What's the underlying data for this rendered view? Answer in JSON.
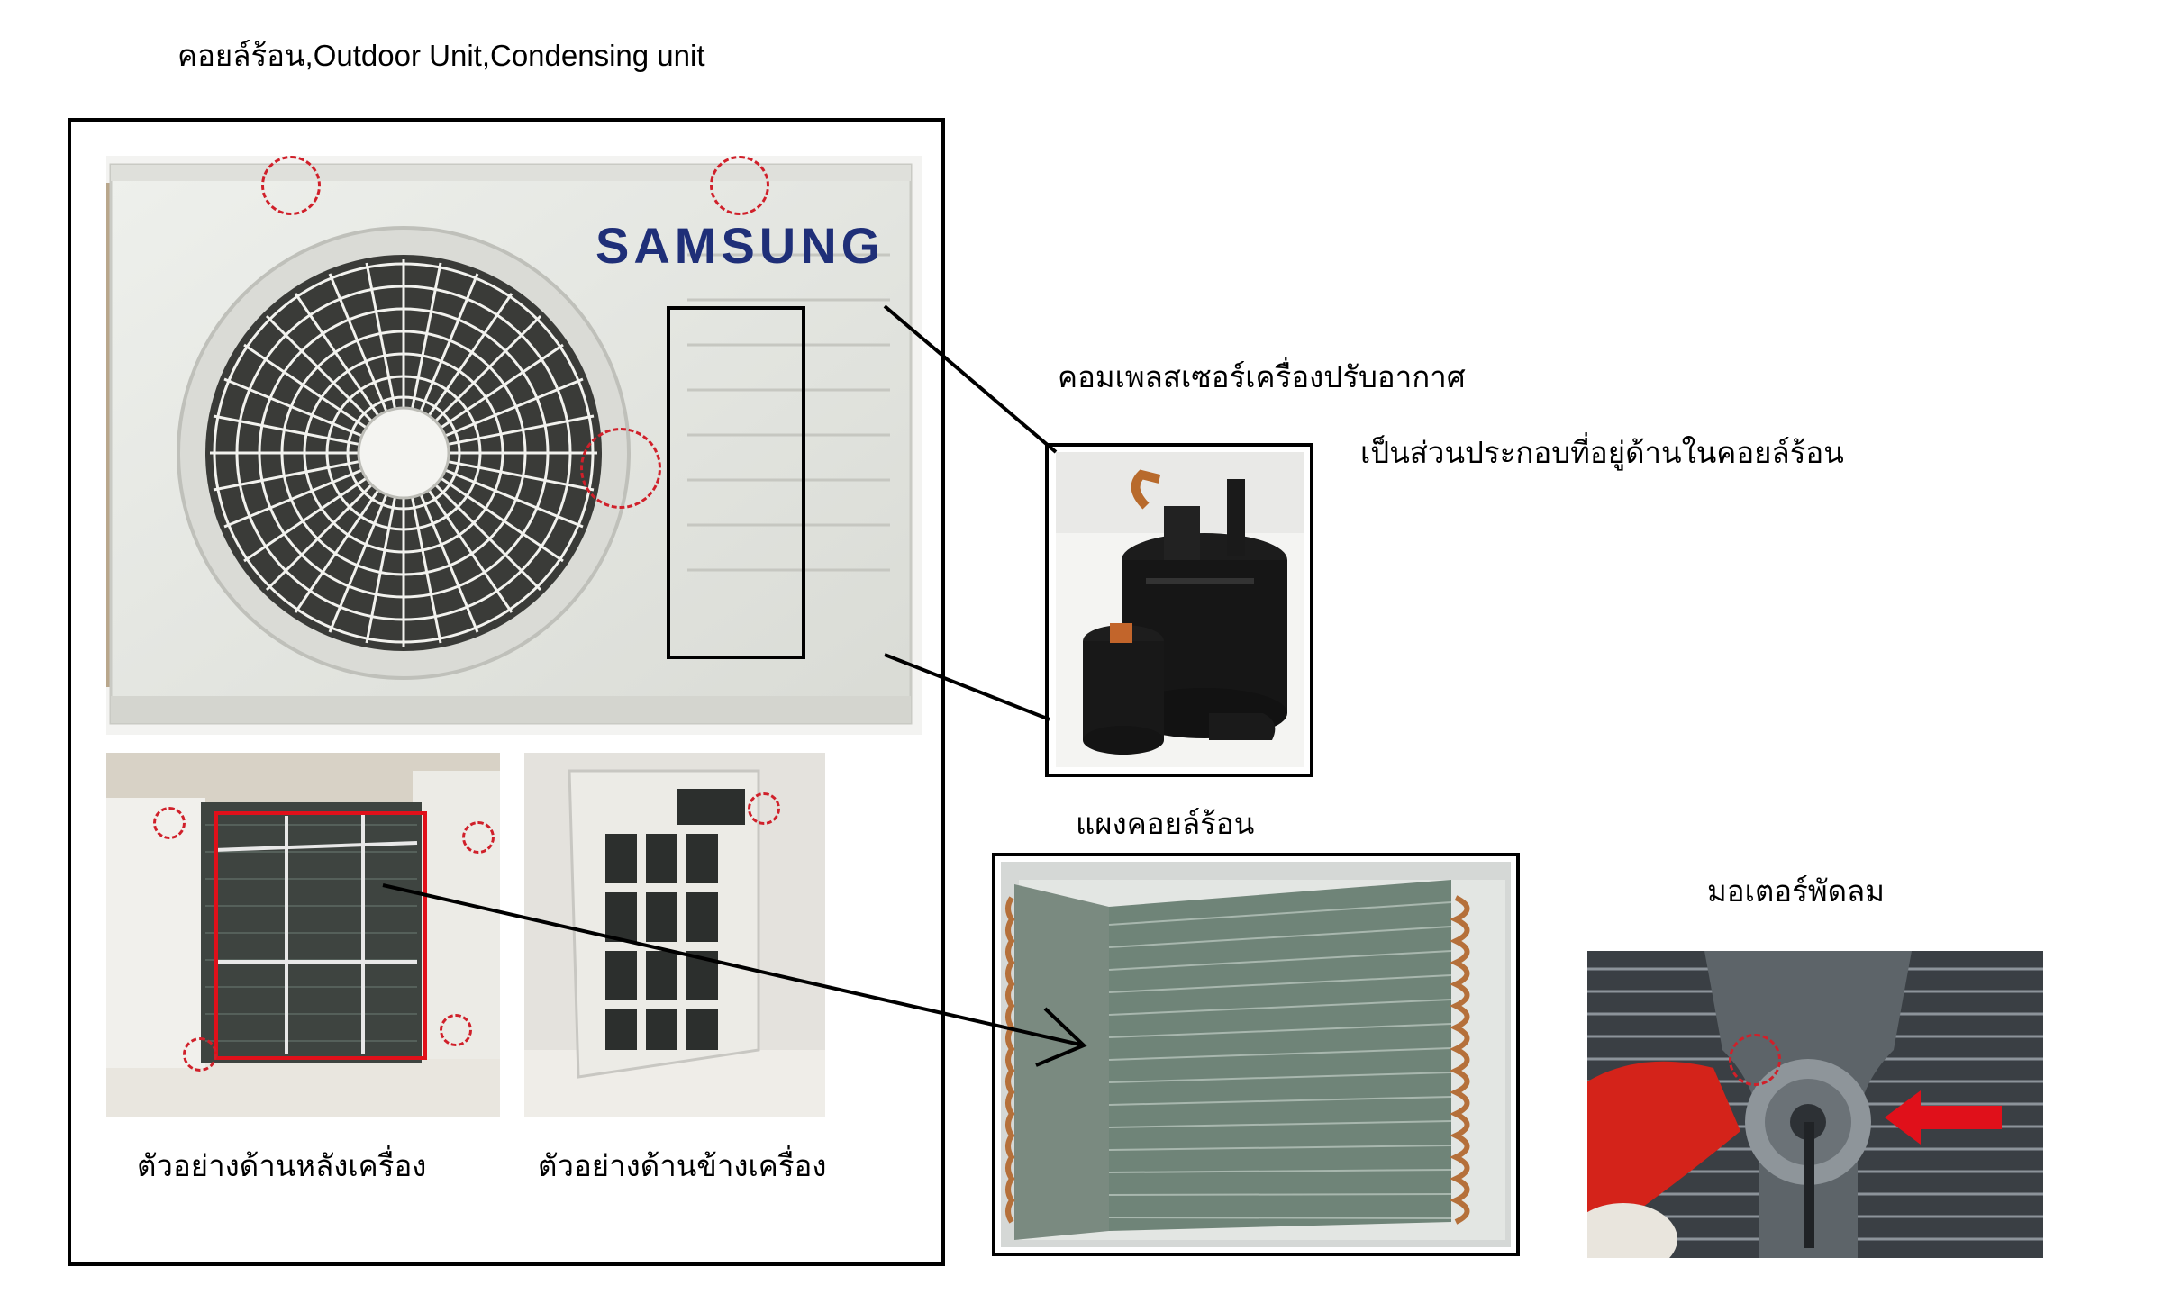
{
  "title": "คอยล์ร้อน,Outdoor Unit,Condensing unit",
  "brand": "SAMSUNG",
  "compressor": {
    "title": "คอมเพลสเซอร์เครื่องปรับอากาศ",
    "note": "เป็นส่วนประกอบที่อยู่ด้านในคอยล์ร้อน"
  },
  "condenser_coil": {
    "title": "แผงคอยล์ร้อน"
  },
  "fan_motor": {
    "title": "มอเตอร์พัดลม"
  },
  "rear_example": {
    "caption": "ตัวอย่างด้านหลังเครื่อง"
  },
  "side_example": {
    "caption": "ตัวอย่างด้านข้างเครื่อง"
  },
  "colors": {
    "frame": "#000000",
    "highlight_red": "#e0101a",
    "dashed_circle": "#d0202a",
    "unit_body": "#e6e7e2",
    "brand_blue": "#1f2f78"
  }
}
